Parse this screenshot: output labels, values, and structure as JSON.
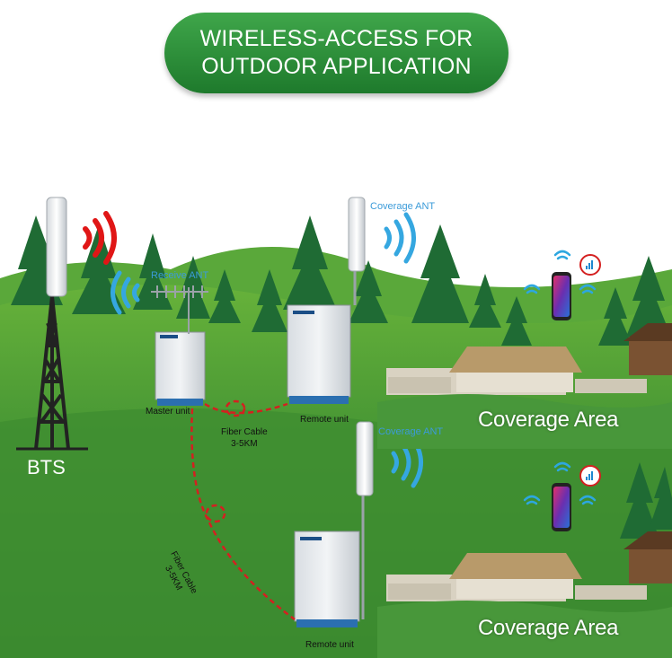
{
  "banner": {
    "line1": "WIRELESS-ACCESS FOR",
    "line2": "OUTDOOR APPLICATION",
    "color": "#2a8c38"
  },
  "bts_label": "BTS",
  "receive_ant_label": "Receive ANT",
  "coverage_ant_labels": [
    "Coverage ANT",
    "Coverage ANT"
  ],
  "master_unit_label": "Master unit",
  "remote_unit_labels": [
    "Remote unit",
    "Remote unit"
  ],
  "fiber_labels": [
    {
      "line1": "Fiber Cable",
      "line2": "3-5KM"
    },
    {
      "line1": "Fiber Cable",
      "line2": "3-5KM"
    }
  ],
  "coverage_area_labels": [
    "Coverage Area",
    "Coverage Area"
  ],
  "colors": {
    "grass": "#3f8f33",
    "tree": "#1f6b34",
    "signal_red": "#e01616",
    "signal_blue": "#35a7e0",
    "fiber": "#d42020"
  },
  "icons": [
    "bts-tower-icon",
    "antenna-icon",
    "signal-wave-icon",
    "wifi-icon",
    "smartphone-icon",
    "farm-building-icon",
    "cabinet-icon"
  ]
}
